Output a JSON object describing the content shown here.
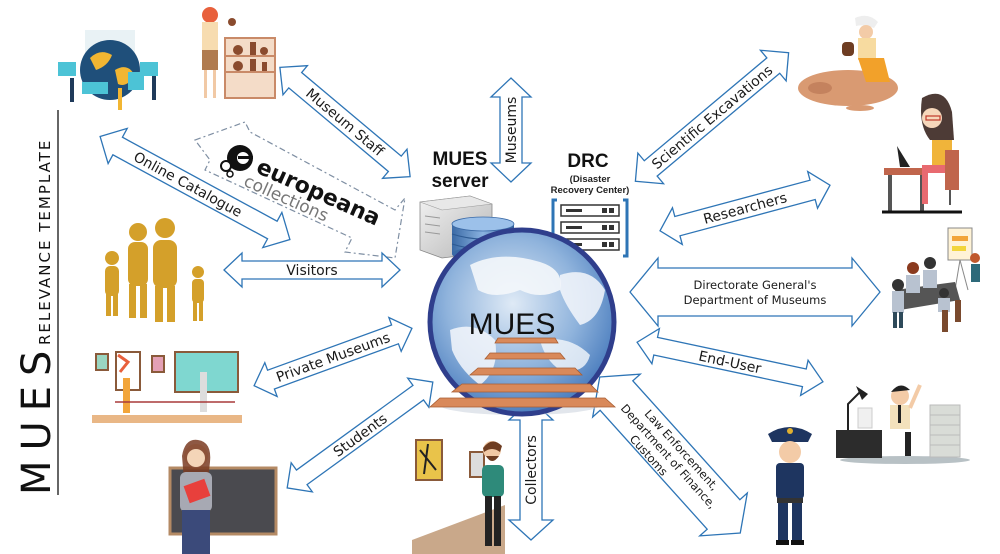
{
  "title": {
    "main": "MUES",
    "sub": "RELEVANCE TEMPLATE"
  },
  "center": {
    "globe_label": "MUES",
    "server_label_line1": "MUES",
    "server_label_line2": "server",
    "drc_label": "DRC",
    "drc_sub_line1": "(Disaster",
    "drc_sub_line2": "Recovery Center)"
  },
  "europeana": {
    "main": "europeana",
    "sub": "collections"
  },
  "connections": [
    {
      "id": "museum-staff",
      "label": "Museum Staff",
      "actor": "museum staff with pottery shelf"
    },
    {
      "id": "museums",
      "label": "Museums",
      "actor": "museums"
    },
    {
      "id": "online-catalogue",
      "label": "Online Catalogue",
      "actor": "global online users"
    },
    {
      "id": "visitors",
      "label": "Visitors",
      "actor": "family of visitors"
    },
    {
      "id": "private-museums",
      "label": "Private Museums",
      "actor": "gallery visitors"
    },
    {
      "id": "students",
      "label": "Students",
      "actor": "student at blackboard"
    },
    {
      "id": "collectors",
      "label": "Collectors",
      "actor": "art collector"
    },
    {
      "id": "law-enforcement",
      "label_lines": [
        "Law Enforcement,",
        "Department of Finance,",
        "Customs"
      ],
      "actor": "police officer"
    },
    {
      "id": "end-user",
      "label": "End-User",
      "actor": "office worker at desk"
    },
    {
      "id": "directorate",
      "label_lines": [
        "Directorate General's",
        "Department of Museums"
      ],
      "actor": "meeting team"
    },
    {
      "id": "researchers",
      "label": "Researchers",
      "actor": "researcher at laptop"
    },
    {
      "id": "scientific-excavations",
      "label": "Scientific Excavations",
      "actor": "archaeologist"
    }
  ],
  "colors": {
    "arrow_stroke": "#2e75b6",
    "globe_blue": "#5b8fc7",
    "globe_rim": "#2f3e8c",
    "stairs": "#d9895a",
    "visitor_gold": "#d4a02a"
  }
}
